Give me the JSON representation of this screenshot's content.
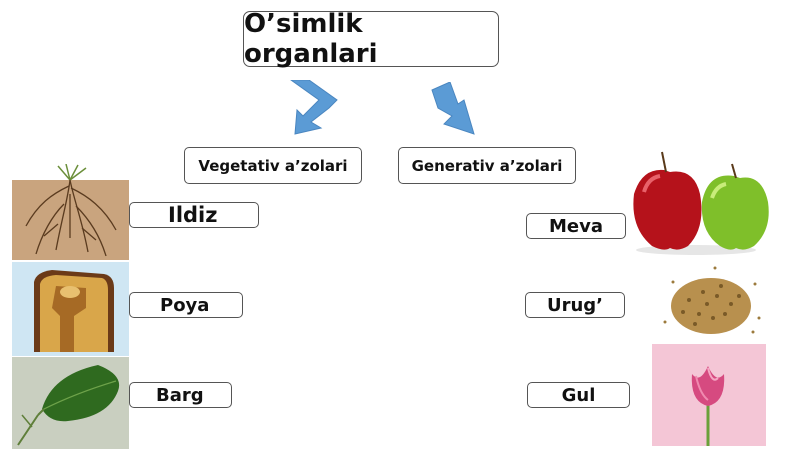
{
  "title": "O’simlik organlari",
  "branches": {
    "vegetative": "Vegetativ a’zolari",
    "generative": "Generativ a’zolari"
  },
  "vegetative_organs": [
    "Ildiz",
    "Poya",
    "Barg"
  ],
  "generative_organs": [
    "Meva",
    "Urug’",
    "Gul"
  ],
  "icons": {
    "arrow": "arrow-down-icon",
    "root": "root-icon",
    "stem": "stem-icon",
    "leaf": "leaf-icon",
    "apples": "apple-icon",
    "seeds": "seeds-icon",
    "flower": "tulip-icon"
  },
  "colors": {
    "arrow": "#5b9bd5",
    "border": "#555555",
    "text": "#111111"
  }
}
